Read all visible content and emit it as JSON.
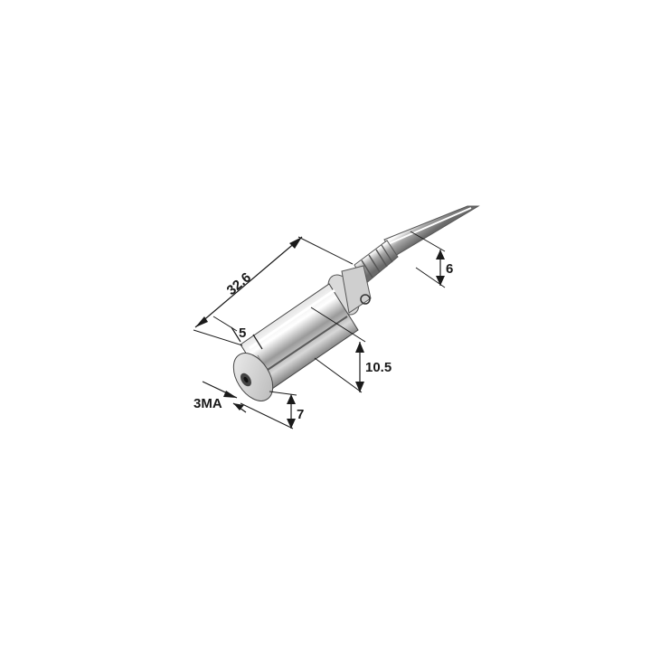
{
  "dimensions": {
    "length": "32.6",
    "face_offset": "5",
    "body_height": "10.5",
    "cable_diameter": "6",
    "face_height": "7",
    "thread": "3MA"
  },
  "colors": {
    "ink": "#1a1a1a",
    "metal_light": "#f4f4f4",
    "metal_mid": "#c8c8c8",
    "metal_dark": "#6e6e6e"
  }
}
